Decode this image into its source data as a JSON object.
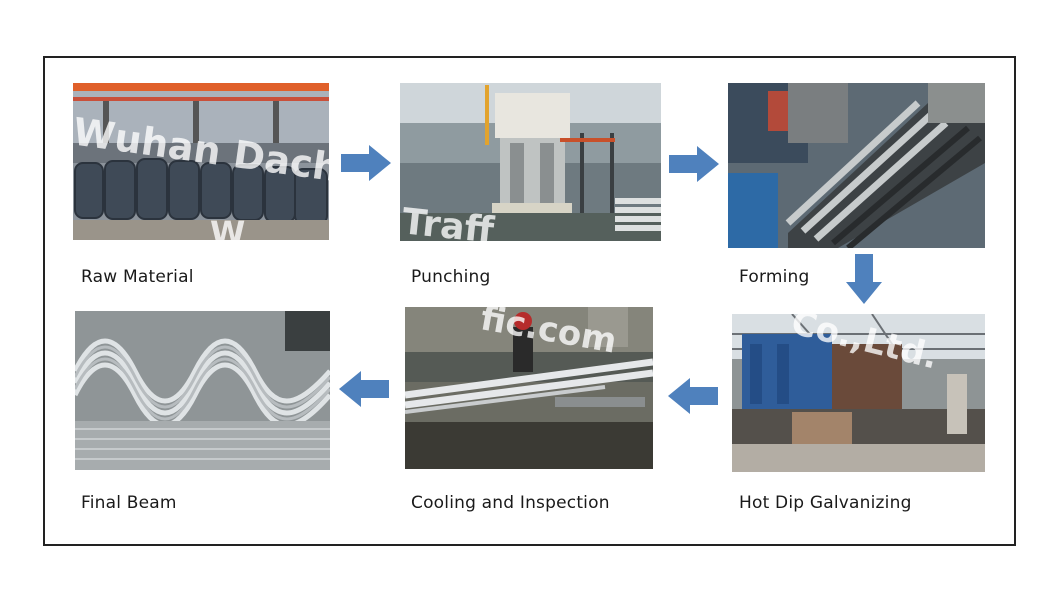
{
  "steps": [
    {
      "label": "Raw Material"
    },
    {
      "label": "Punching"
    },
    {
      "label": "Forming"
    },
    {
      "label": "Hot Dip Galvanizing"
    },
    {
      "label": "Cooling and Inspection"
    },
    {
      "label": "Final Beam"
    }
  ],
  "watermark": {
    "fragments": [
      "Wuhan Dach",
      "Traff",
      "W",
      "fic.com",
      "Co.,Ltd."
    ]
  },
  "colors": {
    "arrow": "#4f81bd",
    "border": "#222222",
    "caption": "#1a1a1a"
  },
  "icons": [
    "arrow-right-icon",
    "arrow-right-icon",
    "arrow-down-icon",
    "arrow-left-icon",
    "arrow-left-icon"
  ]
}
